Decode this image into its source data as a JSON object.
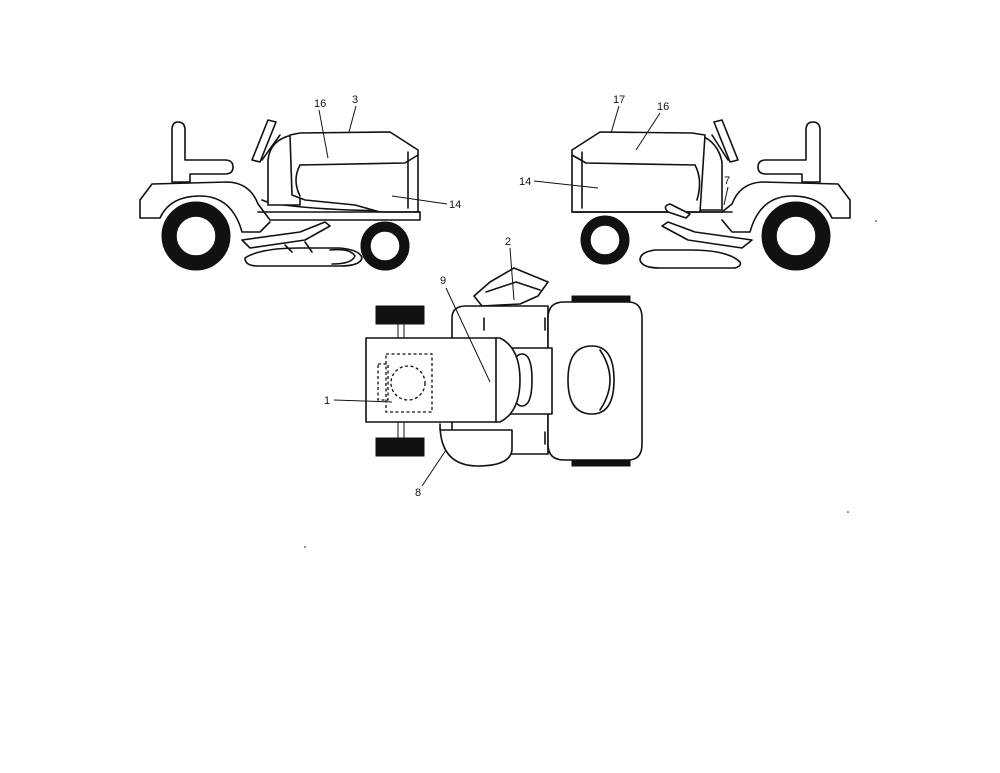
{
  "callouts": {
    "left_view": {
      "c16": "16",
      "c3": "3",
      "c14": "14"
    },
    "right_view": {
      "c17": "17",
      "c16": "16",
      "c14": "14",
      "c7": "7"
    },
    "top_view": {
      "c2": "2",
      "c9": "9",
      "c1": "1",
      "c8": "8"
    }
  },
  "icons": {
    "tractor_side_left": "riding-mower-side-icon",
    "tractor_side_right": "riding-mower-side-icon",
    "tractor_top": "riding-mower-top-icon"
  },
  "colors": {
    "line": "#111111",
    "background": "#ffffff"
  }
}
